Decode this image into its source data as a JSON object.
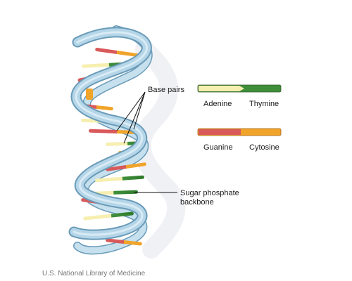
{
  "labels": {
    "base_pairs": "Base pairs",
    "adenine": "Adenine",
    "thymine": "Thymine",
    "guanine": "Guanine",
    "cytosine": "Cytosine",
    "backbone_line1": "Sugar phosphate",
    "backbone_line2": "backbone"
  },
  "credit": "U.S. National Library of Medicine",
  "colors": {
    "adenine": "#f2ea9e",
    "thymine": "#3f8f3a",
    "guanine": "#d9595a",
    "cytosine": "#f0a42a",
    "backbone_fill": "#b5d6e8",
    "backbone_edge": "#6a9bb8",
    "shadow": "#e8eaee"
  }
}
